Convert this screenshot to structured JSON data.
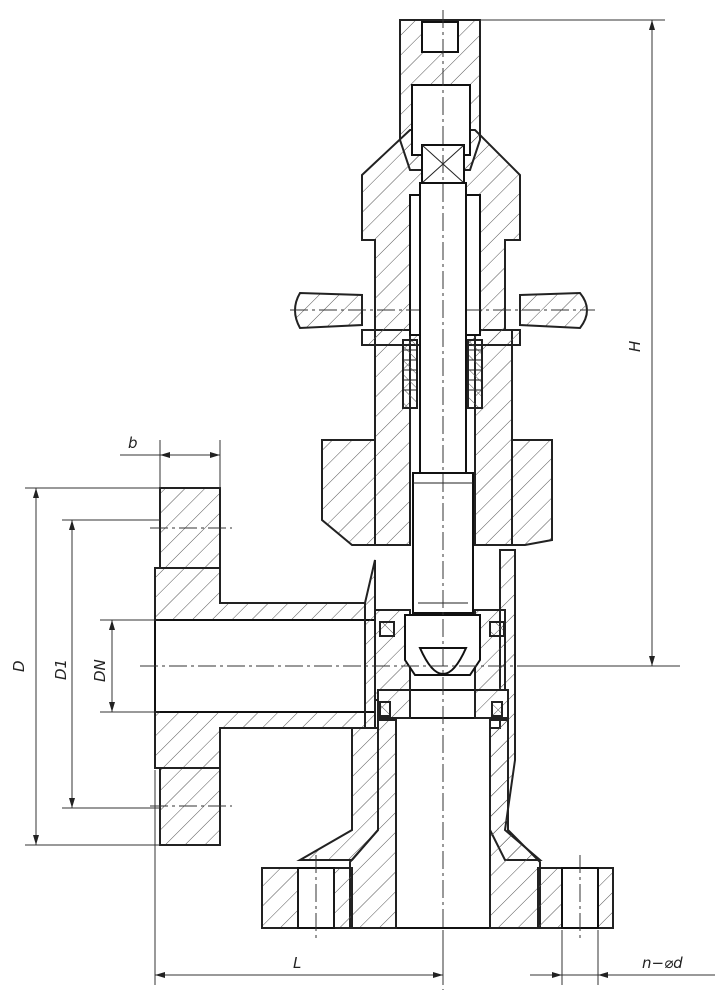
{
  "drawing": {
    "labels": {
      "b": "b",
      "D": "D",
      "D1": "D1",
      "DN": "DN",
      "H": "H",
      "L": "L",
      "nd": "n−⌀d"
    }
  }
}
